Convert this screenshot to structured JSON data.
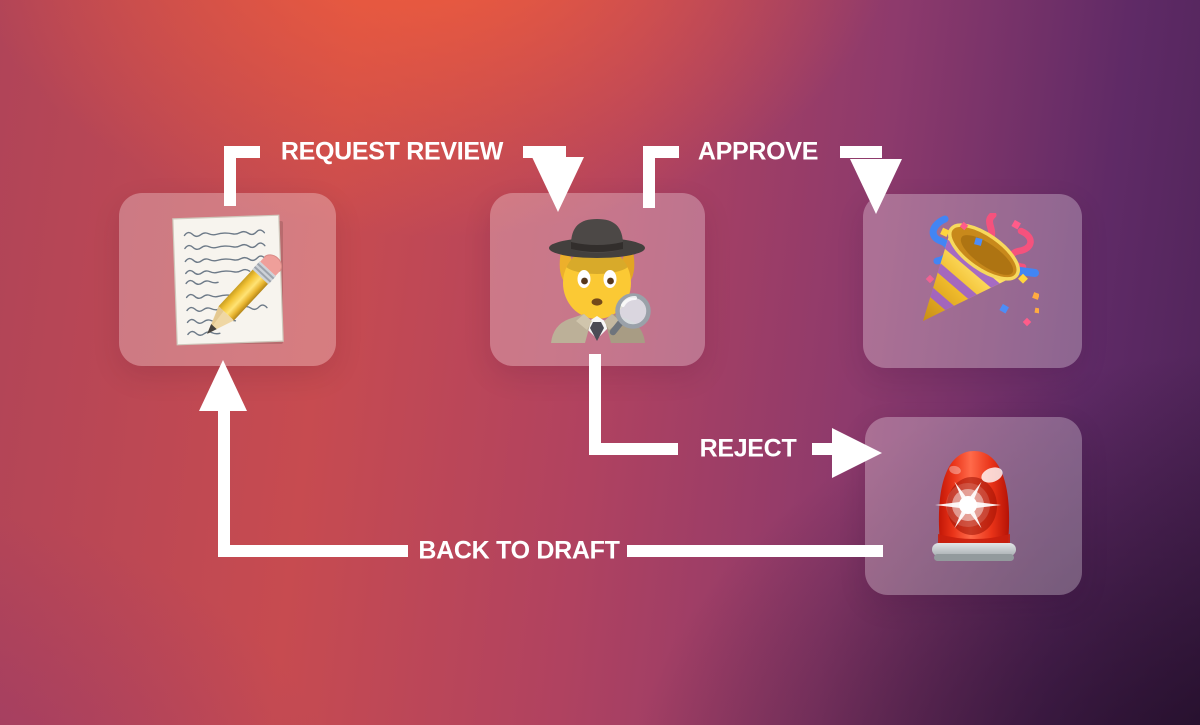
{
  "diagram": {
    "type": "document-approval-workflow",
    "nodes": [
      {
        "id": "draft",
        "icon": "memo-emoji",
        "emoji": "📝"
      },
      {
        "id": "review",
        "icon": "detective-emoji",
        "emoji": "🕵️"
      },
      {
        "id": "approved",
        "icon": "party-popper-emoji",
        "emoji": "🎉"
      },
      {
        "id": "rejected",
        "icon": "rotating-light-emoji",
        "emoji": "🚨"
      }
    ]
  },
  "edges": {
    "request_review": {
      "label": "REQUEST REVIEW",
      "from": "draft",
      "to": "review"
    },
    "approve": {
      "label": "APPROVE",
      "from": "review",
      "to": "approved"
    },
    "reject": {
      "label": "REJECT",
      "from": "review",
      "to": "rejected"
    },
    "back_to_draft": {
      "label": "BACK TO DRAFT",
      "from": "rejected",
      "to": "draft"
    }
  },
  "colors": {
    "connector": "#ffffff",
    "label_text": "#ffffff",
    "node_fill": "rgba(255,255,255,0.28)",
    "bg_top_left": "#ab4458",
    "bg_top_hotspot": "#f0583e",
    "bg_top_right": "#5c2968",
    "bg_center": "#b2425f",
    "bg_bottom_left": "#7b3370",
    "bg_bottom_right": "#2b1730"
  }
}
